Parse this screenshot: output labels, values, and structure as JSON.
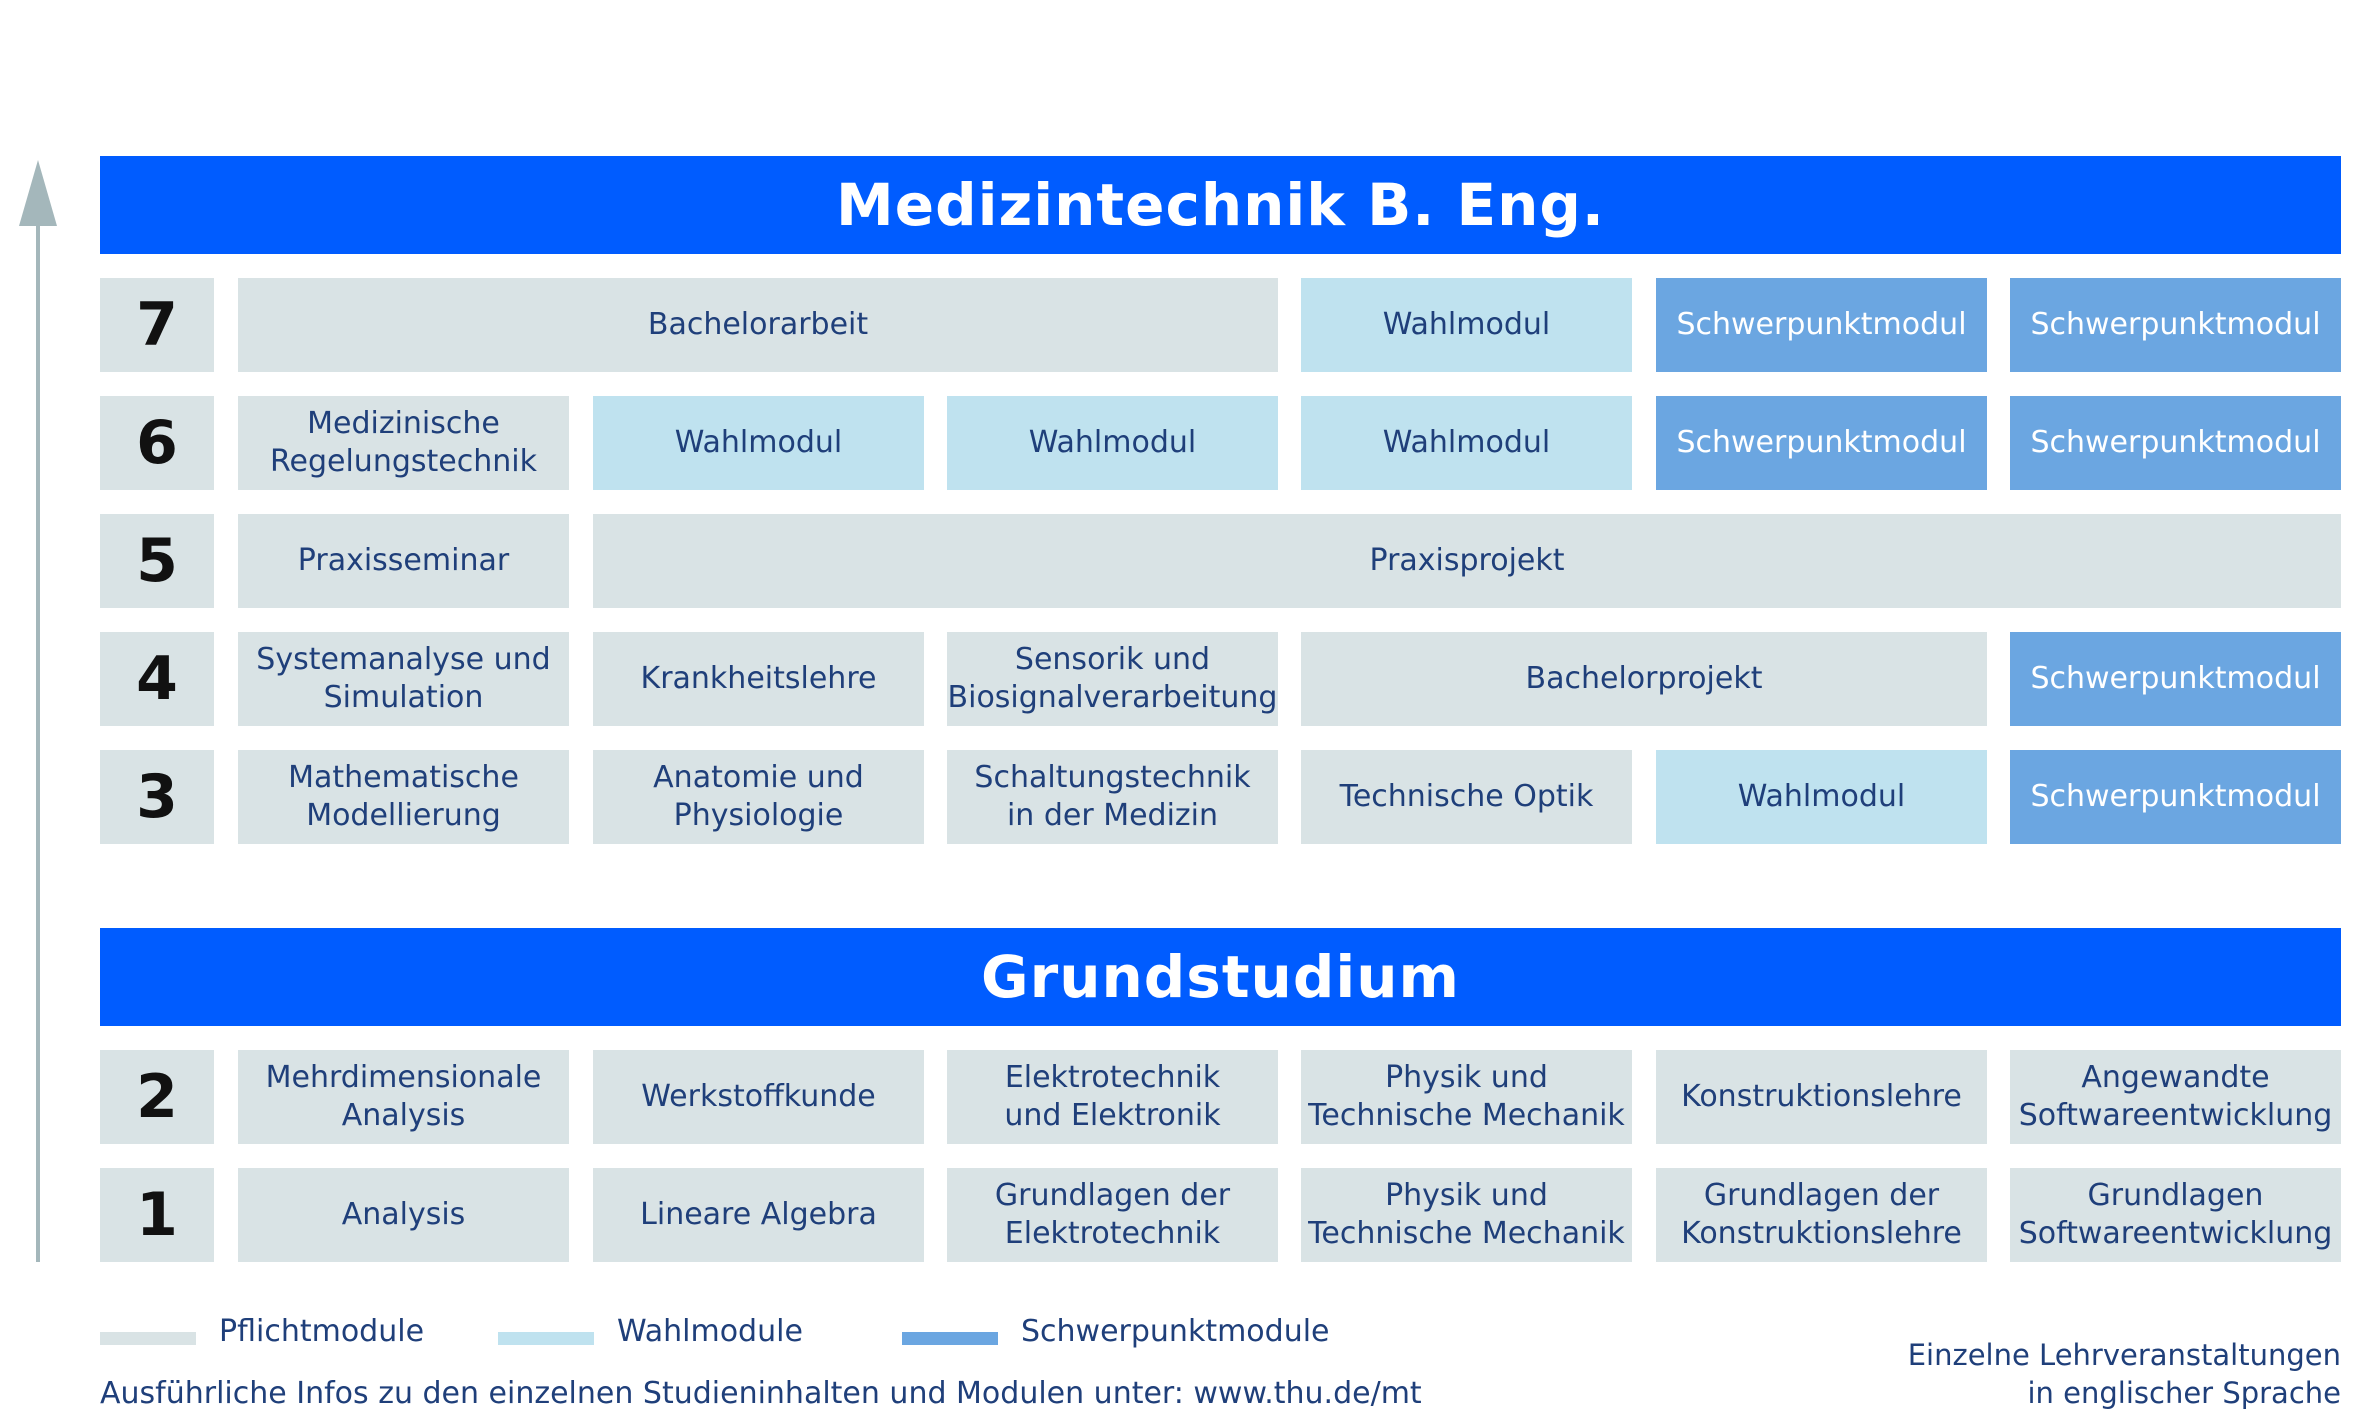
{
  "colors": {
    "banner": "#005cff",
    "pflicht": "#d9e3e5",
    "wahl": "#bfe2ef",
    "schwer": "#6ba6e1",
    "text": "#1f3f7a",
    "arrow": "#a4b7bb"
  },
  "icons": {
    "axis": "up-arrow-icon"
  },
  "title_top": "Medizintechnik B. Eng.",
  "title_bottom": "Grundstudium",
  "semesters": [
    {
      "number": "7",
      "modules": [
        {
          "label": "Bachelorarbeit",
          "type": "pflicht"
        },
        {
          "label": "Wahlmodul",
          "type": "wahl"
        },
        {
          "label": "Schwerpunktmodul",
          "type": "schwer"
        },
        {
          "label": "Schwerpunktmodul",
          "type": "schwer"
        }
      ]
    },
    {
      "number": "6",
      "modules": [
        {
          "label": "Medizinische\nRegelungstechnik",
          "type": "pflicht"
        },
        {
          "label": "Wahlmodul",
          "type": "wahl"
        },
        {
          "label": "Wahlmodul",
          "type": "wahl"
        },
        {
          "label": "Wahlmodul",
          "type": "wahl"
        },
        {
          "label": "Schwerpunktmodul",
          "type": "schwer"
        },
        {
          "label": "Schwerpunktmodul",
          "type": "schwer"
        }
      ]
    },
    {
      "number": "5",
      "modules": [
        {
          "label": "Praxisseminar",
          "type": "pflicht"
        },
        {
          "label": "Praxisprojekt",
          "type": "pflicht"
        }
      ]
    },
    {
      "number": "4",
      "modules": [
        {
          "label": "Systemanalyse und\nSimulation",
          "type": "pflicht"
        },
        {
          "label": "Krankheitslehre",
          "type": "pflicht"
        },
        {
          "label": "Sensorik und\nBiosignalverarbeitung",
          "type": "pflicht"
        },
        {
          "label": "Bachelorprojekt",
          "type": "pflicht"
        },
        {
          "label": "Schwerpunktmodul",
          "type": "schwer"
        }
      ]
    },
    {
      "number": "3",
      "modules": [
        {
          "label": "Mathematische\nModellierung",
          "type": "pflicht"
        },
        {
          "label": "Anatomie und\nPhysiologie",
          "type": "pflicht"
        },
        {
          "label": "Schaltungstechnik\nin der Medizin",
          "type": "pflicht"
        },
        {
          "label": "Technische Optik",
          "type": "pflicht"
        },
        {
          "label": "Wahlmodul",
          "type": "wahl"
        },
        {
          "label": "Schwerpunktmodul",
          "type": "schwer"
        }
      ]
    },
    {
      "number": "2",
      "modules": [
        {
          "label": "Mehrdimensionale\nAnalysis",
          "type": "pflicht"
        },
        {
          "label": "Werkstoffkunde",
          "type": "pflicht"
        },
        {
          "label": "Elektrotechnik\nund Elektronik",
          "type": "pflicht"
        },
        {
          "label": "Physik und\nTechnische Mechanik",
          "type": "pflicht"
        },
        {
          "label": "Konstruktionslehre",
          "type": "pflicht"
        },
        {
          "label": "Angewandte\nSoftwareentwicklung",
          "type": "pflicht"
        }
      ]
    },
    {
      "number": "1",
      "modules": [
        {
          "label": "Analysis",
          "type": "pflicht"
        },
        {
          "label": "Lineare Algebra",
          "type": "pflicht"
        },
        {
          "label": "Grundlagen der\nElektrotechnik",
          "type": "pflicht"
        },
        {
          "label": "Physik und\nTechnische Mechanik",
          "type": "pflicht"
        },
        {
          "label": "Grundlagen der\nKonstruktionslehre",
          "type": "pflicht"
        },
        {
          "label": "Grundlagen\nSoftwareentwicklung",
          "type": "pflicht"
        }
      ]
    }
  ],
  "legend": [
    {
      "label": "Pflichtmodule",
      "type": "pflicht"
    },
    {
      "label": "Wahlmodule",
      "type": "wahl"
    },
    {
      "label": "Schwerpunktmodule",
      "type": "schwer"
    }
  ],
  "footer_left": "Ausführliche Infos zu den einzelnen Studieninhalten und Modulen unter: www.thu.de/mt",
  "footer_right": "Einzelne Lehrveranstaltungen\nin englischer Sprache"
}
